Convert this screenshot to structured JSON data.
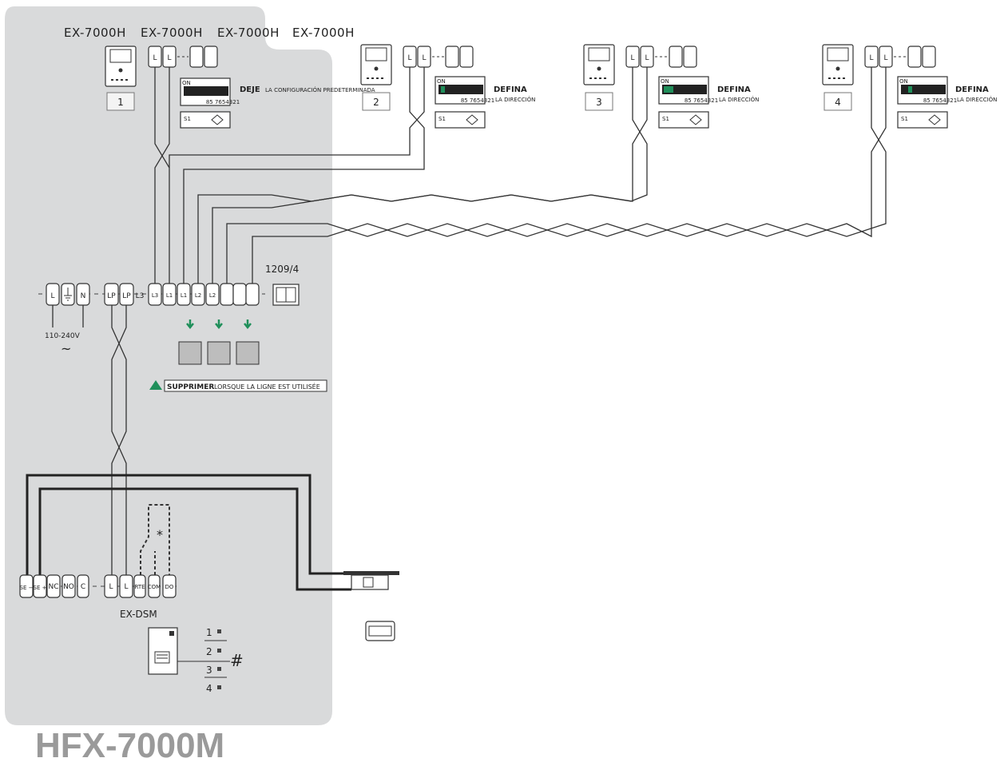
{
  "header": {
    "monitor_models": [
      "EX-7000H",
      "EX-7000H",
      "EX-7000H",
      "EX-7000H"
    ]
  },
  "monitors": [
    {
      "number": "1",
      "dip_on": "ON",
      "dip_range": "85 7654321",
      "s1": "S1",
      "note_bold": "DEJE",
      "note_rest": "LA CONFIGURACIÓN PREDETERMINADA",
      "l1": "L",
      "l2": "L"
    },
    {
      "number": "2",
      "dip_on": "ON",
      "dip_range": "85 7654321",
      "s1": "S1",
      "note_bold": "DEFINA",
      "note_rest": "LA DIRECCIÓN",
      "l1": "L",
      "l2": "L"
    },
    {
      "number": "3",
      "dip_on": "ON",
      "dip_range": "85 7654321",
      "s1": "S1",
      "note_bold": "DEFINA",
      "note_rest": "LA DIRECCIÓN",
      "l1": "L",
      "l2": "L"
    },
    {
      "number": "4",
      "dip_on": "ON",
      "dip_range": "85 7654321",
      "s1": "S1",
      "note_bold": "DEFINA",
      "note_rest": "LA DIRECCIÓN",
      "l1": "L",
      "l2": "L"
    }
  ],
  "power_supply": {
    "model": "1209/4",
    "terminals": [
      "L",
      "N",
      "LP",
      "LP",
      "L3",
      "L3",
      "L1",
      "L1",
      "L2",
      "L2"
    ],
    "voltage": "110-240V",
    "ac_symbol": "~",
    "warning_bold": "SUPPRIMER",
    "warning_rest": "LORSQUE LA LIGNE EST UTILISÉE"
  },
  "door_station": {
    "model": "EX-DSM",
    "terminals": [
      "SE −",
      "SE +",
      "NC",
      "NO",
      "C",
      "L",
      "L",
      "RTE",
      "COM",
      "DO"
    ],
    "buttons": [
      "1",
      "2",
      "3",
      "4"
    ],
    "hash_symbol": "#",
    "star_symbol": "*"
  },
  "kit": {
    "model": "HFX-7000M"
  },
  "colors": {
    "panel": "#d9dadb",
    "accent_green": "#1f8f5a",
    "wire": "#333333"
  }
}
